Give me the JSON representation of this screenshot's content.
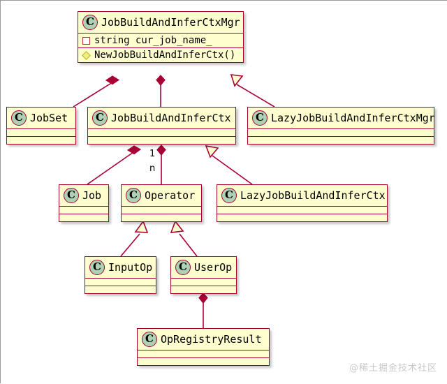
{
  "diagram": {
    "type": "uml-class-diagram",
    "background": "#FFFFFF",
    "colors": {
      "class_fill": "#FEFECE",
      "class_border": "#A80036",
      "icon_fill": "#ADD1B2",
      "field_icon": "#C82930",
      "method_icon": "#EEEE88",
      "edge": "#A80036"
    },
    "classes": [
      {
        "id": "JobBuildAndInferCtxMgr",
        "name": "JobBuildAndInferCtxMgr",
        "icon": "class-c-icon",
        "fields": [
          {
            "icon": "private-field-icon",
            "text": "string cur_job_name_"
          }
        ],
        "methods": [
          {
            "icon": "package-method-icon",
            "text": "NewJobBuildAndInferCtx()"
          }
        ]
      },
      {
        "id": "JobSet",
        "name": "JobSet",
        "icon": "class-c-icon",
        "fields": [],
        "methods": []
      },
      {
        "id": "JobBuildAndInferCtx",
        "name": "JobBuildAndInferCtx",
        "icon": "class-c-icon",
        "fields": [],
        "methods": []
      },
      {
        "id": "LazyJobBuildAndInferCtxMgr",
        "name": "LazyJobBuildAndInferCtxMgr",
        "icon": "class-c-icon",
        "fields": [],
        "methods": []
      },
      {
        "id": "Job",
        "name": "Job",
        "icon": "class-c-icon",
        "fields": [],
        "methods": []
      },
      {
        "id": "Operator",
        "name": "Operator",
        "icon": "class-c-icon",
        "fields": [],
        "methods": []
      },
      {
        "id": "LazyJobBuildAndInferCtx",
        "name": "LazyJobBuildAndInferCtx",
        "icon": "class-c-icon",
        "fields": [],
        "methods": []
      },
      {
        "id": "InputOp",
        "name": "InputOp",
        "icon": "class-c-icon",
        "fields": [],
        "methods": []
      },
      {
        "id": "UserOp",
        "name": "UserOp",
        "icon": "class-c-icon",
        "fields": [],
        "methods": []
      },
      {
        "id": "OpRegistryResult",
        "name": "OpRegistryResult",
        "icon": "class-c-icon",
        "fields": [],
        "methods": []
      }
    ],
    "relations": [
      {
        "from": "JobBuildAndInferCtxMgr",
        "to": "JobSet",
        "type": "composition"
      },
      {
        "from": "JobBuildAndInferCtxMgr",
        "to": "JobBuildAndInferCtx",
        "type": "composition"
      },
      {
        "from": "LazyJobBuildAndInferCtxMgr",
        "to": "JobBuildAndInferCtxMgr",
        "type": "inheritance"
      },
      {
        "from": "JobBuildAndInferCtx",
        "to": "Job",
        "type": "composition"
      },
      {
        "from": "JobBuildAndInferCtx",
        "to": "Operator",
        "type": "composition",
        "source_label": "1",
        "target_label": "n"
      },
      {
        "from": "LazyJobBuildAndInferCtx",
        "to": "JobBuildAndInferCtx",
        "type": "inheritance"
      },
      {
        "from": "InputOp",
        "to": "Operator",
        "type": "inheritance"
      },
      {
        "from": "UserOp",
        "to": "Operator",
        "type": "inheritance"
      },
      {
        "from": "UserOp",
        "to": "OpRegistryResult",
        "type": "composition"
      }
    ],
    "labels": {
      "multiplicity_one": "1",
      "multiplicity_n": "n"
    },
    "watermark": "@稀土掘金技术社区"
  }
}
